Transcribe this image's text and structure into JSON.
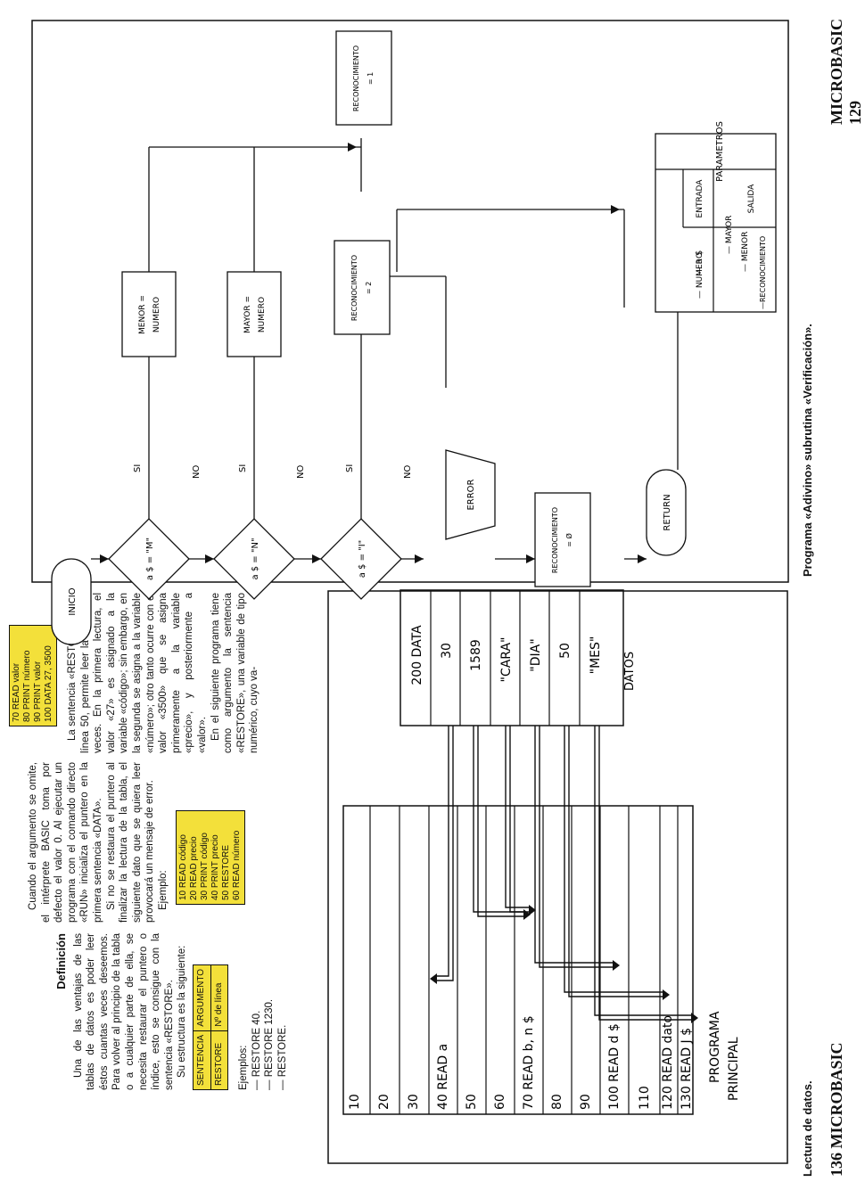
{
  "page_left": {
    "header": "136 MICROBASIC",
    "caption": "Lectura de datos.",
    "definicion": {
      "title": "Definición",
      "p1": "Una de las ventajas de las tablas de datos es poder leer éstos cuantas veces deseemos. Para volver al principio de la tabla o a cualquier parte de ella, se necesita restaurar el puntero o índice, esto se consigue con la sentencia «RESTORE».",
      "p2": "Su estructura es la siguiente:",
      "table": {
        "h1": "SENTENCIA",
        "h2": "ARGUMENTO",
        "c1": "RESTORE",
        "c2": "Nº de línea"
      },
      "ejemplos_title": "Ejemplos:",
      "ejemplos": [
        "— RESTORE 40.",
        "— RESTORE 1230.",
        "— RESTORE."
      ]
    },
    "col2": {
      "p1": "Cuando el argumento se omite, el intérprete BASIC toma por defecto el valor 0. Al ejecutar un programa con el comando directo «RUN» inicializa el puntero en la primera sentencia «DATA».",
      "p2": "Si no se restaura el puntero al finalizar la lectura de la tabla, el siguiente dato que se quiera leer provocará un mensaje de error.",
      "p3": "Ejemplo:",
      "code": [
        "10 READ código",
        "20 READ precio",
        "30 PRINT código",
        "40 PRINT precio",
        "50 RESTORE",
        "60 READ número"
      ]
    },
    "col3": {
      "code": [
        "70 READ valor",
        "80 PRINT número",
        "90 PRINT valor",
        "100 DATA 27, 3500"
      ],
      "p1": "La sentencia «RESTORE» de la línea 50, permite leer la tabla dos veces. En la primera lectura, el valor «27» es asignado a la variable «código»; sin embargo, en la segunda se asigna a la variable «número»; otro tanto ocurre con el valor «3500» que se asigna primeramente a la variable «precio», y posteriormente a «valor».",
      "p2": "En el siguiente programa tiene como argumento la sentencia «RESTORE», una variable de tipo numérico, cuyo va-"
    },
    "diagram": {
      "program_lines": [
        "10",
        "20",
        "30",
        "40  READ a",
        "50",
        "60",
        "70  READ b, n $",
        "80",
        "90",
        "100 READ d $",
        "110",
        "120 READ dato",
        "130 READ J $"
      ],
      "program_label_1": "PROGRAMA",
      "program_label_2": "PRINCIPAL",
      "data_lines": [
        "200  DATA",
        "30",
        "1589",
        "\"CARA\"",
        "\"DIA\"",
        "50",
        "\"MES\""
      ],
      "data_label": "DATOS"
    }
  },
  "page_right": {
    "header": "MICROBASIC 129",
    "caption": "Programa «Adivino» subrutina «Verificación».",
    "flow": {
      "inicio": "INICIO",
      "d1": "a $ = \"M\"",
      "d2": "a $ = \"N\"",
      "d3": "a $ = \"I\"",
      "si": "SI",
      "no": "NO",
      "menor_1": "MENOR =",
      "menor_2": "NUMERO",
      "mayor_1": "MAYOR =",
      "mayor_2": "NUMERO",
      "rec1_1": "RECONOCIMIENTO",
      "rec1_2": "= 1",
      "rec2_1": "RECONOCIMIENTO",
      "rec2_2": "= 2",
      "error": "ERROR",
      "rec0_1": "RECONOCIMIENTO",
      "rec0_2": "= Ø",
      "return": "RETURN"
    },
    "parametros": {
      "title": "PARAMETROS",
      "h_entrada": "ENTRADA",
      "h_salida": "SALIDA",
      "entrada": [
        "— a $",
        "— NUMERO"
      ],
      "salida": [
        "— MAYOR",
        "— MENOR",
        "—RECONOCIMIENTO"
      ]
    }
  }
}
